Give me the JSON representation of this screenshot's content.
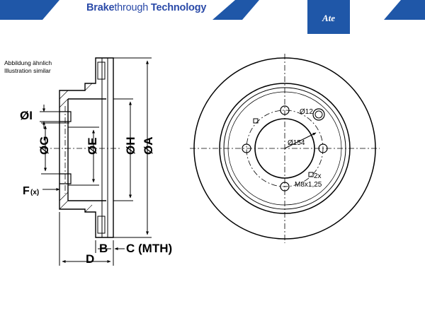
{
  "header": {
    "brand_bold": "Brake",
    "brand_light": "through",
    "brand_rest": " Technology",
    "logo_text": "Ate",
    "colors": {
      "blue": "#1f57a8",
      "text_blue": "#2a4aa8"
    }
  },
  "caption": {
    "line1": "Abbildung ähnlich",
    "line2": "Illustration similar"
  },
  "section_labels": {
    "dia_I": "ØI",
    "dia_G": "ØG",
    "dia_E": "ØE",
    "dia_H": "ØH",
    "dia_A": "ØA",
    "F": "F",
    "F_sub": "(x)",
    "B": "B",
    "C": "C (MTH)",
    "D": "D"
  },
  "face_labels": {
    "bolt_hole": "Ø12",
    "center_bore": "Ø154",
    "thread_count": "2x",
    "thread_size": "M8x1,25"
  }
}
